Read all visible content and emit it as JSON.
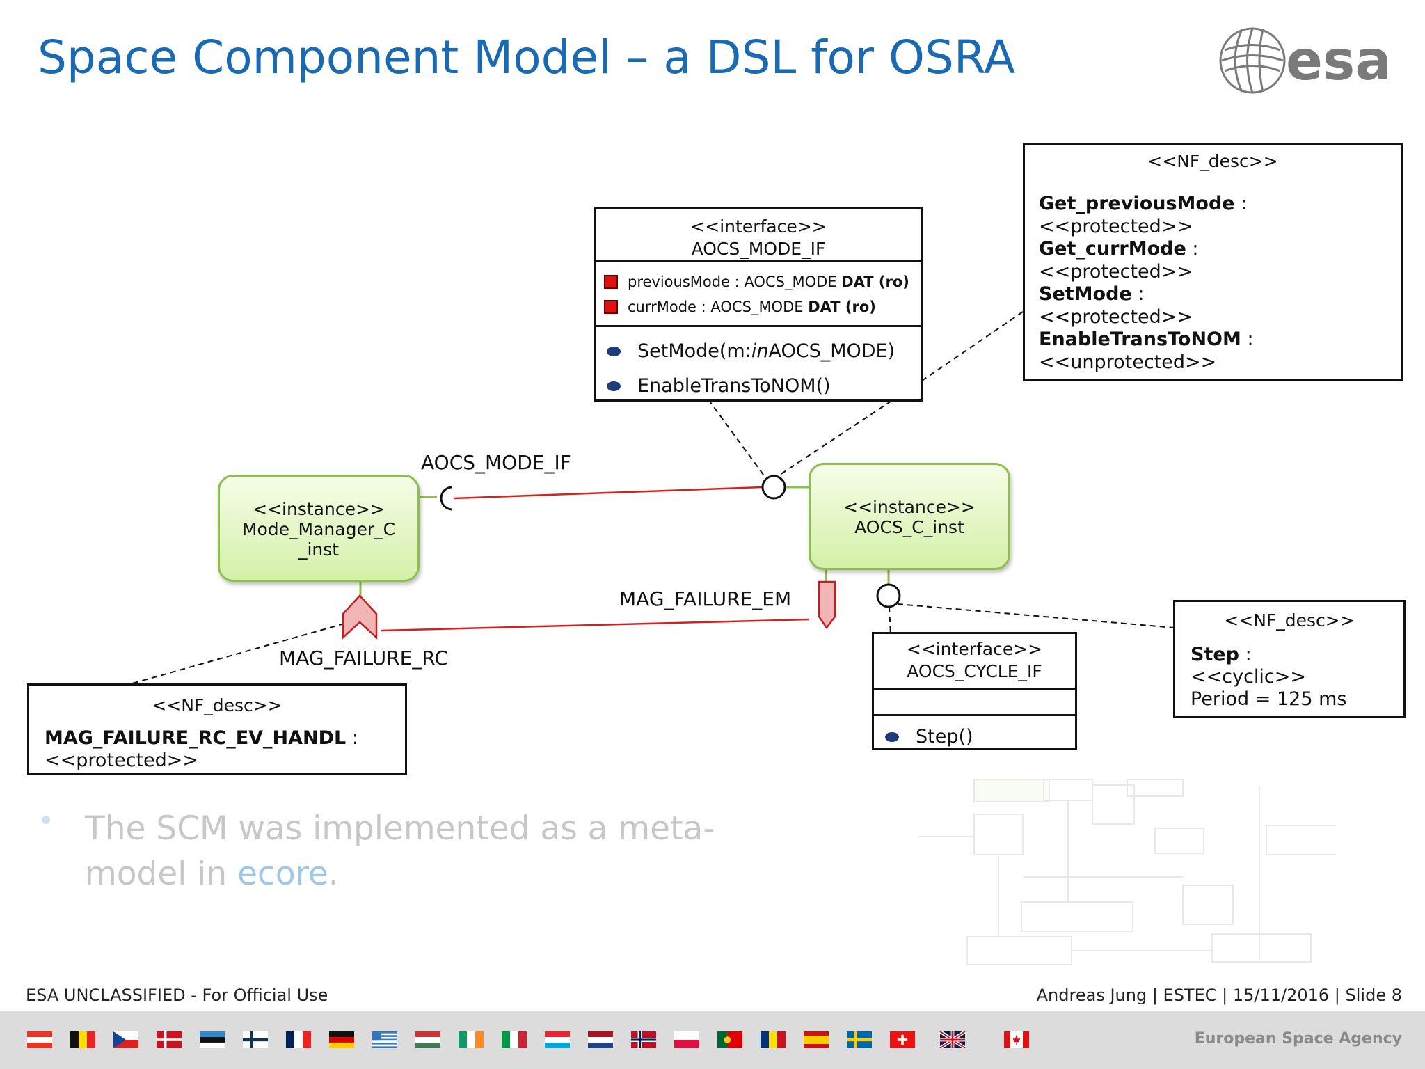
{
  "slide": {
    "title": "Space Component Model – a DSL for OSRA",
    "logo_text": "esa"
  },
  "diagram": {
    "aocs_mode_if": {
      "stereotype": "<<interface>>",
      "name": "AOCS_MODE_IF",
      "attributes": [
        {
          "name": "previousMode",
          "type": "AOCS_MODE",
          "mod": "DAT (ro)"
        },
        {
          "name": "currMode",
          "type": "AOCS_MODE",
          "mod": "DAT (ro)"
        }
      ],
      "op1_pre": "SetMode(m: ",
      "op1_in": "in",
      "op1_post": " AOCS_MODE)",
      "op2": "EnableTransToNOM()"
    },
    "nf_desc_top": {
      "stereotype": "<<NF_desc>>",
      "entries": [
        {
          "name": "Get_previousMode",
          "value": "<<protected>>"
        },
        {
          "name": "Get_currMode",
          "value": "<<protected>>"
        },
        {
          "name": "SetMode",
          "value": "<<protected>>"
        },
        {
          "name": "EnableTransToNOM",
          "value": "<<unprotected>>"
        }
      ]
    },
    "mode_manager": {
      "stereotype": "<<instance>>",
      "line1": "Mode_Manager_C",
      "line2": "_inst"
    },
    "aocs_inst": {
      "stereotype": "<<instance>>",
      "name": "AOCS_C_inst"
    },
    "port_label_mode": "AOCS_MODE_IF",
    "port_label_em": "MAG_FAILURE_EM",
    "port_label_rc": "MAG_FAILURE_RC",
    "nf_desc_rc": {
      "stereotype": "<<NF_desc>>",
      "name": "MAG_FAILURE_RC_EV_HANDL",
      "value": "<<protected>>"
    },
    "aocs_cycle_if": {
      "stereotype": "<<interface>>",
      "name": "AOCS_CYCLE_IF",
      "op": "Step()"
    },
    "nf_desc_step": {
      "stereotype": "<<NF_desc>>",
      "name": "Step",
      "value": "<<cyclic>>",
      "period": "Period = 125 ms"
    }
  },
  "bullet": {
    "text_pre": "The SCM was implemented as a meta-model in ",
    "link": "ecore",
    "text_post": "."
  },
  "footer": {
    "classification": "ESA UNCLASSIFIED - For Official Use",
    "meta": "Andreas Jung | ESTEC | 15/11/2016 | Slide  8",
    "agency": "European Space Agency"
  },
  "colors": {
    "title": "#1a6ab3",
    "connector": "#d62020",
    "instance_border": "#8cbf4c"
  }
}
